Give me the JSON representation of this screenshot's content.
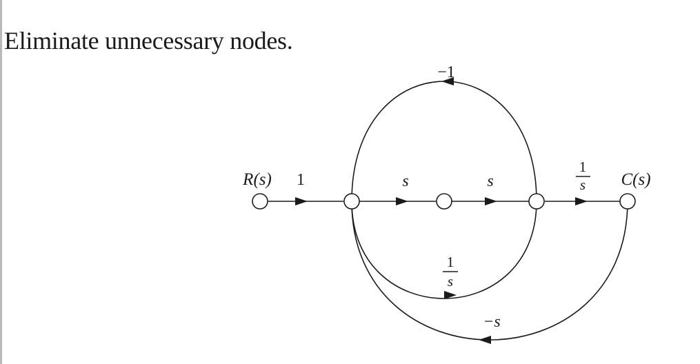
{
  "instruction": "Eliminate unnecessary nodes.",
  "colors": {
    "line": "#1a1a1a",
    "node_fill": "#ffffff"
  },
  "graph": {
    "nodes": [
      {
        "id": "R",
        "label": "R(s)"
      },
      {
        "id": "n1",
        "label": ""
      },
      {
        "id": "n2",
        "label": ""
      },
      {
        "id": "n3",
        "label": ""
      },
      {
        "id": "C",
        "label": "C(s)"
      }
    ],
    "branches": [
      {
        "id": "r-to-n1",
        "from": "R",
        "to": "n1",
        "gain": "1"
      },
      {
        "id": "n1-to-n2",
        "from": "n1",
        "to": "n2",
        "gain": "s"
      },
      {
        "id": "n2-to-n3",
        "from": "n2",
        "to": "n3",
        "gain": "s"
      },
      {
        "id": "n3-to-c",
        "from": "n3",
        "to": "C",
        "gain_num": "1",
        "gain_den": "s"
      },
      {
        "id": "feedback-top",
        "from": "n3",
        "to": "n1",
        "gain": "−1"
      },
      {
        "id": "bypass-bottom",
        "from": "n1",
        "to": "n3",
        "gain_num": "1",
        "gain_den": "s"
      },
      {
        "id": "feedback-outer",
        "from": "C",
        "to": "n1",
        "gain": "−s"
      }
    ]
  }
}
